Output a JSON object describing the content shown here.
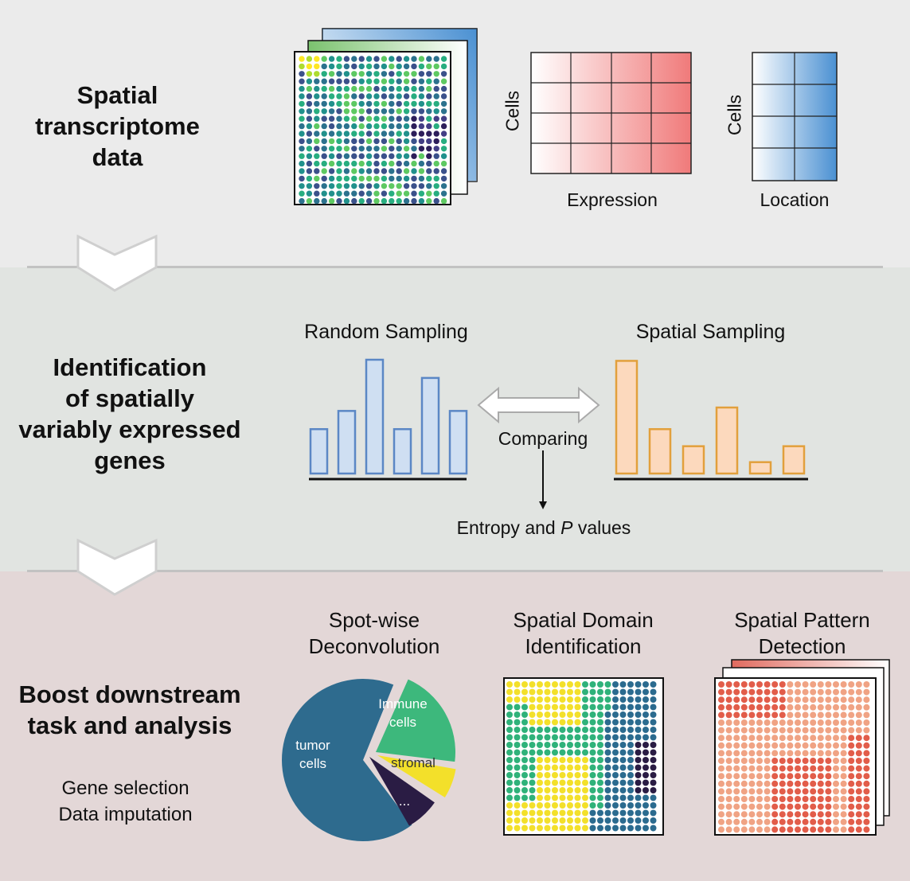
{
  "sections": {
    "data": {
      "title_lines": [
        "Spatial",
        "transcriptome",
        "data"
      ]
    },
    "svg": {
      "title_lines": [
        "Identification",
        "of spatially",
        "variably expressed",
        "genes"
      ]
    },
    "downstream": {
      "title_lines": [
        "Boost downstream",
        "task and analysis"
      ],
      "extras": [
        "Gene selection",
        "Data imputation"
      ]
    }
  },
  "matrices": {
    "expression": {
      "axis_label": "Cells",
      "caption": "Expression"
    },
    "location": {
      "axis_label": "Cells",
      "caption": "Location"
    }
  },
  "sampling": {
    "random": {
      "title": "Random Sampling",
      "bars": [
        0.39,
        0.55,
        1.0,
        0.39,
        0.84,
        0.55
      ],
      "color": "#5b87c5",
      "fill": "#cfdff2"
    },
    "spatial": {
      "title": "Spatial Sampling",
      "bars": [
        0.99,
        0.39,
        0.24,
        0.58,
        0.1,
        0.24
      ],
      "color": "#e2a03c",
      "fill": "#fcd9bd"
    },
    "comparing": "Comparing",
    "result_prefix": "Entropy and ",
    "result_italic": "P",
    "result_suffix": " values"
  },
  "tasks": {
    "deconvolution": {
      "title_lines": [
        "Spot-wise",
        "Deconvolution"
      ],
      "pie_labels": {
        "tumor": [
          "tumor",
          "cells"
        ],
        "immune": [
          "Immune",
          "cells"
        ],
        "stromal": "stromal",
        "other": "..."
      },
      "colors": {
        "tumor": "#2e6b8e",
        "immune": "#3db87c",
        "stromal": "#f3e02a",
        "other": "#2a1c44"
      }
    },
    "domain": {
      "title_lines": [
        "Spatial Domain",
        "Identification"
      ]
    },
    "pattern": {
      "title_lines": [
        "Spatial Pattern",
        "Detection"
      ]
    }
  }
}
